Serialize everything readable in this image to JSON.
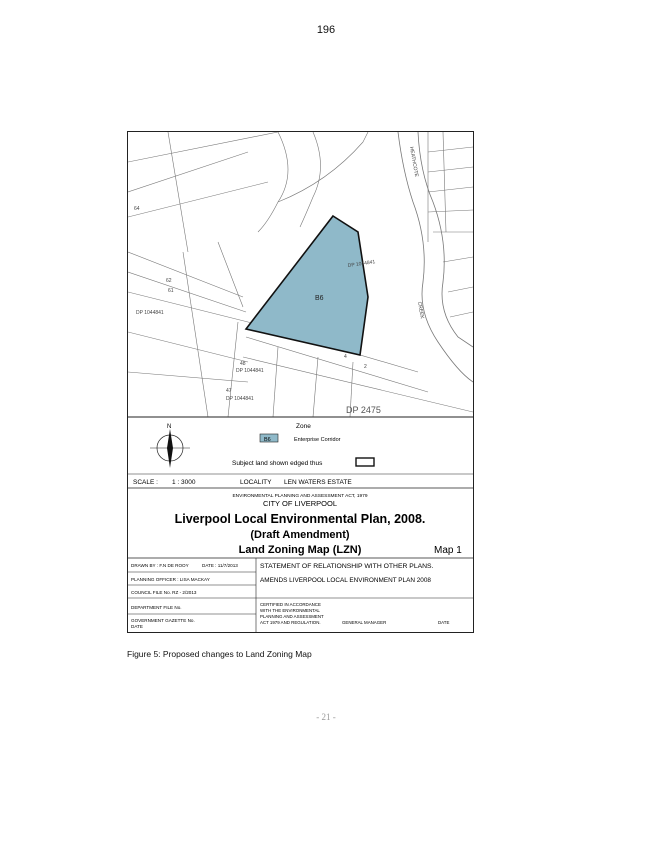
{
  "page": {
    "header_number": "196",
    "footer": "- 21 -"
  },
  "figure": {
    "caption": "Figure 5: Proposed changes to Land Zoning Map"
  },
  "map": {
    "zone_label": "B6",
    "zone_color": "#8fb9c9",
    "lots": [
      {
        "id": "lot-64",
        "text": "64"
      },
      {
        "id": "lot-62",
        "text": "62"
      },
      {
        "id": "lot-61",
        "text": "61"
      },
      {
        "id": "lot-dp-a",
        "text": "DP 1044841"
      },
      {
        "id": "lot-dp-b",
        "text": "DP 1044841"
      },
      {
        "id": "lot-48",
        "text": "48"
      },
      {
        "id": "lot-dp-c",
        "text": "DP 1044841"
      },
      {
        "id": "lot-47",
        "text": "47"
      },
      {
        "id": "lot-dp-d",
        "text": "DP 1044841"
      },
      {
        "id": "lot-4",
        "text": "4"
      },
      {
        "id": "lot-2",
        "text": "2"
      },
      {
        "id": "lot-dp-2475",
        "text": "DP 2475"
      }
    ],
    "roads": [
      {
        "id": "road-creek",
        "text": "CREEK"
      },
      {
        "id": "road-heathcote",
        "text": "HEATHCOTE"
      }
    ]
  },
  "legend": {
    "zone_heading": "Zone",
    "zone_code": "B6",
    "zone_name": "Enterprise Corridor",
    "north_label": "N",
    "subject_land": "Subject land shown edged thus",
    "scale_label": "SCALE :",
    "scale_value": "1 : 3000",
    "locality_label": "LOCALITY",
    "locality_value": "LEN WATERS ESTATE"
  },
  "title_block": {
    "act": "ENVIRONMENTAL PLANNING AND ASSESSMENT ACT, 1979",
    "council": "CITY OF LIVERPOOL",
    "plan_title": "Liverpool Local Environmental Plan, 2008.",
    "amendment": "(Draft Amendment)",
    "map_name": "Land Zoning Map (LZN)",
    "map_number": "Map 1"
  },
  "info": {
    "drawn_by": "DRAWN BY : F.N DE ROOY",
    "date": "DATE : 11/7/2013",
    "planning_officer": "PLANNING OFFICER : LISA MACKAY",
    "council_file": "COUNCIL FILE No. RZ - 2/2013",
    "department_file": "DEPARTMENT FILE No.",
    "gazette": "GOVERNMENT GAZETTE No.",
    "gazette_date": "DATE",
    "relationship_heading": "STATEMENT OF RELATIONSHIP WITH OTHER PLANS.",
    "relationship_text": "AMENDS LIVERPOOL LOCAL ENVIRONMENT PLAN 2008",
    "certified_1": "CERTIFIED IN ACCORDANCE",
    "certified_2": "WITH THE ENVIRONMENTAL",
    "certified_3": "PLANNING AND ASSESSMENT",
    "certified_4": "ACT 1979 AND REGULATION.",
    "general_manager": "GENERAL MANAGER",
    "date_label": "DATE"
  }
}
